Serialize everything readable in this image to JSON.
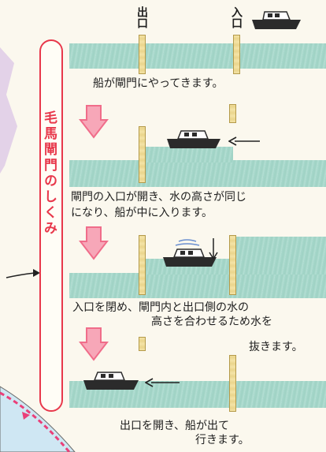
{
  "title": "毛馬閘門のしくみ",
  "gate_labels": {
    "exit": "出口",
    "entrance": "入口"
  },
  "steps": [
    {
      "line1": "船が閘門にやってきます。",
      "line2": ""
    },
    {
      "line1": "閘門の入口が開き、水の高さが同じ",
      "line2": "になり、船が中に入ります。"
    },
    {
      "line1": "入口を閉め、閘門内と出口側の水の",
      "line2": "高さを合わせるため水を",
      "line3": "抜きます。"
    },
    {
      "line1": "出口を開き、船が出て",
      "line2": "行きます。"
    }
  ],
  "colors": {
    "title_red": "#e8384b",
    "water": "#a8d8cc",
    "gate": "#f4e3a6",
    "arrow_pink": "#f06d8a",
    "boat": "#2b2b2b"
  },
  "icons": [
    "boat-icon",
    "arrow-left-icon",
    "arrow-down-icon",
    "pointer-arrow-icon"
  ]
}
